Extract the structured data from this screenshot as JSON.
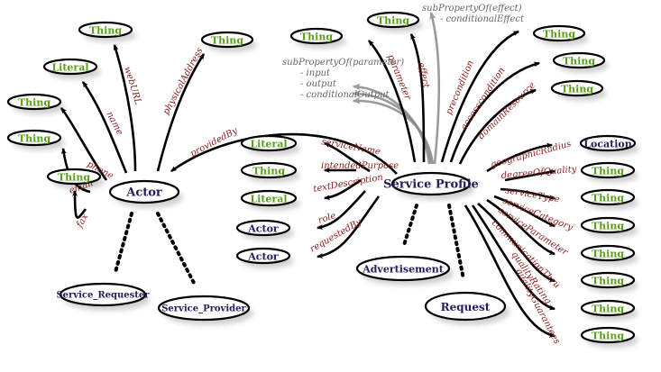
{
  "colors": {
    "class_text": "#2a1a5e",
    "literal_text": "#5aa01a",
    "property_text": "#8b1a1a",
    "note_text": "#666666"
  },
  "nodes": [
    {
      "id": "actor",
      "label": "Actor",
      "kind": "class",
      "size": "lg"
    },
    {
      "id": "actor-thing-web",
      "label": "Thing",
      "kind": "literal"
    },
    {
      "id": "actor-thing-phys",
      "label": "Thing",
      "kind": "literal"
    },
    {
      "id": "actor-literal-name",
      "label": "Literal",
      "kind": "literal"
    },
    {
      "id": "actor-thing-phone",
      "label": "Thing",
      "kind": "literal"
    },
    {
      "id": "actor-thing-email",
      "label": "Thing",
      "kind": "literal"
    },
    {
      "id": "actor-thing-fax",
      "label": "Thing",
      "kind": "literal"
    },
    {
      "id": "service-requester",
      "label": "Service_Requester",
      "kind": "class"
    },
    {
      "id": "service-provider",
      "label": "Service_Provider",
      "kind": "class"
    },
    {
      "id": "service-profile",
      "label": "Service Profile",
      "kind": "class",
      "size": "lg"
    },
    {
      "id": "sp-literal-name",
      "label": "Literal",
      "kind": "literal"
    },
    {
      "id": "sp-thing-purpose",
      "label": "Thing",
      "kind": "literal"
    },
    {
      "id": "sp-literal-desc",
      "label": "Literal",
      "kind": "literal"
    },
    {
      "id": "sp-actor-role",
      "label": "Actor",
      "kind": "class"
    },
    {
      "id": "sp-actor-requested",
      "label": "Actor",
      "kind": "class"
    },
    {
      "id": "advertisement",
      "label": "Advertisement",
      "kind": "class"
    },
    {
      "id": "request",
      "label": "Request",
      "kind": "class"
    },
    {
      "id": "sp-thing-parameter",
      "label": "Thing",
      "kind": "literal"
    },
    {
      "id": "sp-thing-effect",
      "label": "Thing",
      "kind": "literal"
    },
    {
      "id": "sp-thing-precondition",
      "label": "Thing",
      "kind": "literal"
    },
    {
      "id": "sp-thing-access",
      "label": "Thing",
      "kind": "literal"
    },
    {
      "id": "sp-thing-domain",
      "label": "Thing",
      "kind": "literal"
    },
    {
      "id": "sp-location",
      "label": "Location",
      "kind": "class"
    },
    {
      "id": "sp-thing-quality",
      "label": "Thing",
      "kind": "literal"
    },
    {
      "id": "sp-thing-type",
      "label": "Thing",
      "kind": "literal"
    },
    {
      "id": "sp-thing-category",
      "label": "Thing",
      "kind": "literal"
    },
    {
      "id": "sp-thing-sparam",
      "label": "Thing",
      "kind": "literal"
    },
    {
      "id": "sp-thing-comm",
      "label": "Thing",
      "kind": "literal"
    },
    {
      "id": "sp-thing-rating",
      "label": "Thing",
      "kind": "literal"
    },
    {
      "id": "sp-thing-guarantees",
      "label": "Thing",
      "kind": "literal"
    }
  ],
  "edges": [
    {
      "from": "actor",
      "to": "actor-thing-web",
      "label": "webURL",
      "style": "solid"
    },
    {
      "from": "actor",
      "to": "actor-thing-phys",
      "label": "physicalAddress",
      "style": "solid"
    },
    {
      "from": "actor",
      "to": "actor-literal-name",
      "label": "name",
      "style": "solid"
    },
    {
      "from": "actor",
      "to": "actor-thing-phone",
      "label": "phone",
      "style": "solid"
    },
    {
      "from": "actor",
      "to": "actor-thing-email",
      "label": "email",
      "style": "solid"
    },
    {
      "from": "actor",
      "to": "actor-thing-fax",
      "label": "fax",
      "style": "solid"
    },
    {
      "from": "service-profile",
      "to": "actor",
      "label": "providedBy",
      "style": "solid"
    },
    {
      "from": "actor",
      "to": "service-requester",
      "label": "",
      "style": "dotted"
    },
    {
      "from": "actor",
      "to": "service-provider",
      "label": "",
      "style": "dotted"
    },
    {
      "from": "service-profile",
      "to": "sp-literal-name",
      "label": "serviceName",
      "style": "solid"
    },
    {
      "from": "service-profile",
      "to": "sp-thing-purpose",
      "label": "intendedPurpose",
      "style": "solid"
    },
    {
      "from": "service-profile",
      "to": "sp-literal-desc",
      "label": "textDescription",
      "style": "solid"
    },
    {
      "from": "service-profile",
      "to": "sp-actor-role",
      "label": "role",
      "style": "solid"
    },
    {
      "from": "service-profile",
      "to": "sp-actor-requested",
      "label": "requestedBy",
      "style": "solid"
    },
    {
      "from": "service-profile",
      "to": "advertisement",
      "label": "",
      "style": "dotted"
    },
    {
      "from": "service-profile",
      "to": "request",
      "label": "",
      "style": "dotted"
    },
    {
      "from": "service-profile",
      "to": "sp-thing-parameter",
      "label": "parameter",
      "style": "solid"
    },
    {
      "from": "service-profile",
      "to": "sp-thing-effect",
      "label": "effect",
      "style": "solid"
    },
    {
      "from": "service-profile",
      "to": "sp-thing-precondition",
      "label": "precondition",
      "style": "solid"
    },
    {
      "from": "service-profile",
      "to": "sp-thing-access",
      "label": "accesscondition",
      "style": "solid"
    },
    {
      "from": "service-profile",
      "to": "sp-thing-domain",
      "label": "domainResource",
      "style": "solid"
    },
    {
      "from": "service-profile",
      "to": "sp-location",
      "label": "geographicRadius",
      "style": "solid"
    },
    {
      "from": "service-profile",
      "to": "sp-thing-quality",
      "label": "degreeOfQuality",
      "style": "solid"
    },
    {
      "from": "service-profile",
      "to": "sp-thing-type",
      "label": "serviceType",
      "style": "solid"
    },
    {
      "from": "service-profile",
      "to": "sp-thing-category",
      "label": "serviceCategory",
      "style": "solid"
    },
    {
      "from": "service-profile",
      "to": "sp-thing-sparam",
      "label": "serviceParameter",
      "style": "solid"
    },
    {
      "from": "service-profile",
      "to": "sp-thing-comm",
      "label": "communicationThru",
      "style": "solid"
    },
    {
      "from": "service-profile",
      "to": "sp-thing-rating",
      "label": "qualityRating",
      "style": "solid"
    },
    {
      "from": "service-profile",
      "to": "sp-thing-guarantees",
      "label": "qualityGuarantees",
      "style": "solid"
    }
  ],
  "notes": {
    "parameter_subproperties": {
      "title": "subPropertyOf(parameter)",
      "items": [
        "- input",
        "- output",
        "- conditionalOutput"
      ]
    },
    "effect_subproperties": {
      "title": "subPropertyOf(effect)",
      "items": [
        "- conditionalEffect"
      ]
    }
  }
}
